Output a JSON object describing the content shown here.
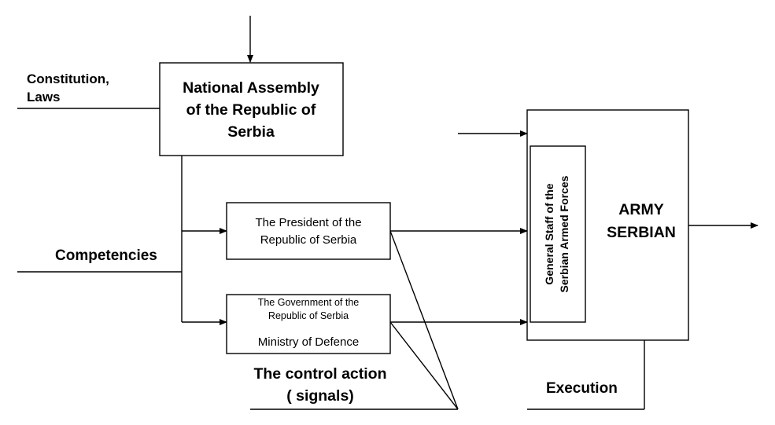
{
  "boxes": {
    "national_assembly": [
      "National Assembly",
      "of the Republic of",
      "Serbia"
    ],
    "president": [
      "The President of the",
      "Republic of Serbia"
    ],
    "government": [
      "The Government of the",
      "Republic of Serbia"
    ],
    "ministry": "Ministry of Defence",
    "general_staff": [
      "General Staff of the",
      "Serbian Armed Forces"
    ],
    "army": [
      "ARMY",
      "SERBIAN"
    ]
  },
  "labels": {
    "constitution": [
      "Constitution,",
      "Laws"
    ],
    "competencies": "Competencies",
    "control_action": [
      "The control action",
      "( signals)"
    ],
    "execution": "Execution"
  }
}
